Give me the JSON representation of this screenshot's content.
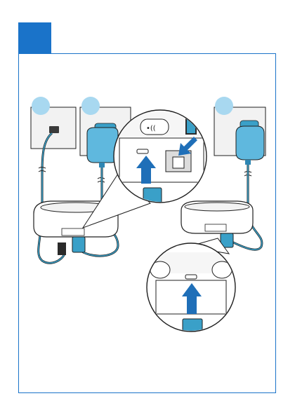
{
  "colors": {
    "accent": "#1a73c9",
    "adapter": "#5fb8de",
    "adapter_dark": "#2e86b3",
    "callout": "#a8d8f0",
    "cable": "#3aa0c8",
    "arrow": "#1f6fb8",
    "outline": "#1f1f1f",
    "wall": "#f2f2f2"
  },
  "icons": {
    "section_tab": "blue-square",
    "step_a": "light-blue-circle",
    "step_b": "light-blue-circle",
    "step_c": "light-blue-circle"
  }
}
